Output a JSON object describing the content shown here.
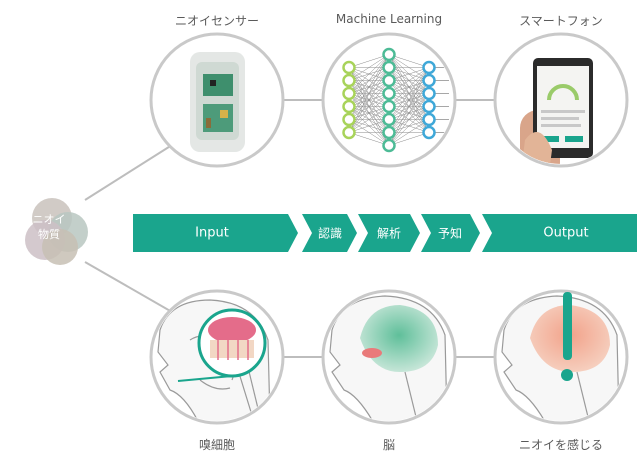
{
  "labels": {
    "sensor": "ニオイセンサー",
    "machine_learning": "Machine Learning",
    "smartphone": "スマートフォン",
    "olfactory_cell": "嗅細胞",
    "brain": "脳",
    "perceive": "ニオイを感じる"
  },
  "source": {
    "line1": "ニオイ",
    "line2": "物質"
  },
  "banner": {
    "input": "Input",
    "recognize": "認識",
    "analyze": "解析",
    "predict": "予知",
    "output": "Output"
  },
  "colors": {
    "teal": "#1aa58d",
    "gray_line": "#bdbdbd",
    "pink": "#e46c8a",
    "nn_green": "#a8d35a",
    "nn_teal": "#4dbb96",
    "nn_blue": "#3fa8d8"
  }
}
